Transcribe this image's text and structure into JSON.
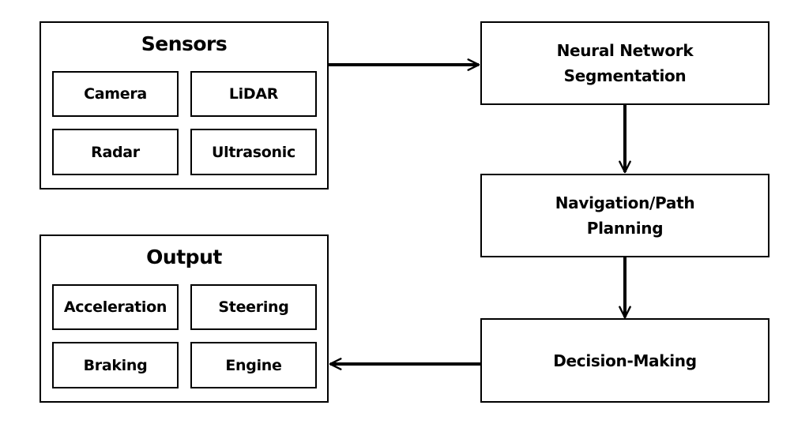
{
  "sensors": {
    "title": "Sensors",
    "items": [
      "Camera",
      "LiDAR",
      "Radar",
      "Ultrasonic"
    ]
  },
  "stages": {
    "segmentation": [
      "Neural Network",
      "Segmentation"
    ],
    "navigation": [
      "Navigation/Path",
      "Planning"
    ],
    "decision": [
      "Decision-Making"
    ]
  },
  "output": {
    "title": "Output",
    "items": [
      "Acceleration",
      "Steering",
      "Braking",
      "Engine"
    ]
  },
  "colors": {
    "stroke": "#000000",
    "background": "#ffffff"
  }
}
